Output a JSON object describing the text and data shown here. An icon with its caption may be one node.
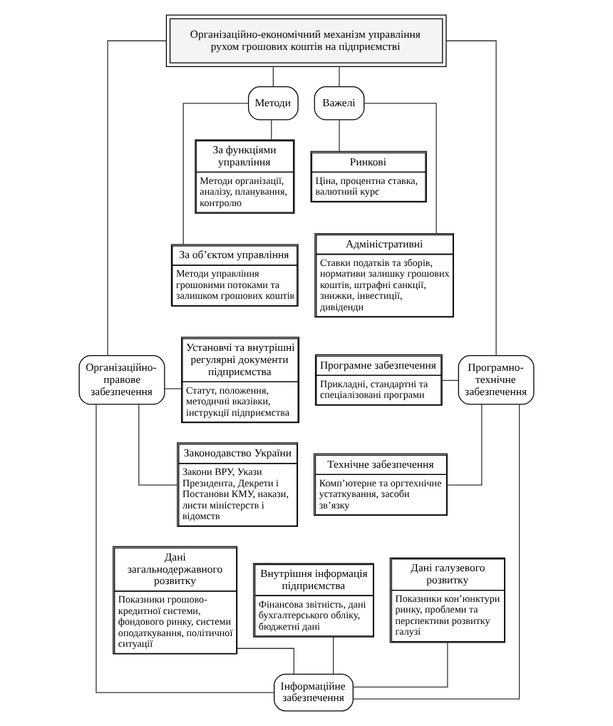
{
  "diagram": {
    "nodes": [
      {
        "text": [
          "Організаційно-економічний механізм управління рухом грошових коштів на підприємстві"
        ]
      },
      {
        "text": [
          "Методи"
        ]
      },
      {
        "text": [
          "Важелі"
        ]
      },
      {
        "text": [
          "За функціями управління",
          "Методи організації, аналізу, планування, контролю"
        ]
      },
      {
        "text": [
          "За об’єктом управління",
          "Методи управління грошовими потоками та залишком грошових коштів"
        ]
      },
      {
        "text": [
          "Ринкові",
          "Ціна, процентна ставка, валютний курс"
        ]
      },
      {
        "text": [
          "Адміністративні",
          "Ставки податків та зборів, нормативи залишку грошових коштів, штрафні санкції, знижки, інвестиції, дивіденди"
        ]
      },
      {
        "text": [
          "Організаційно-правове забезпечення"
        ]
      },
      {
        "text": [
          "Установчі та внутрішні регулярні документи підприємства",
          "Статут, положення, методичні вказівки, інструкції підприємства"
        ]
      },
      {
        "text": [
          "Законодавство України",
          "Закони ВРУ, Укази Президента, Декрети і Постанови КМУ, накази, листи міністерств і відомств"
        ]
      },
      {
        "text": [
          "Програмно-технічне забезпечення"
        ]
      },
      {
        "text": [
          "Програмне забезпечення",
          "Прикладні, стандартні та спеціалізовані програми"
        ]
      },
      {
        "text": [
          "Технічне забезпечення",
          "Комп’ютерне та оргтехнічне устаткування, засоби зв’язку"
        ]
      },
      {
        "text": [
          "Дані загальнодержавного розвитку",
          "Показники грошово-кредитної системи, фондового ринку, системи оподаткування, політичної ситуації"
        ]
      },
      {
        "text": [
          "Внутрішня інформація підприємства",
          "Фінансова звітність, дані бухгалтерського обліку, бюджетні дані"
        ]
      },
      {
        "text": [
          "Дані галузевого розвитку",
          "Показники кон’юнктури ринку, проблеми та перспективи розвитку галузі"
        ]
      },
      {
        "text": [
          "Інформаційне забезпечення"
        ]
      }
    ],
    "edges": [
      {
        "from": 0,
        "to": 1,
        "arrow": "none"
      },
      {
        "from": 0,
        "to": 2,
        "arrow": "none"
      },
      {
        "from": 1,
        "to": 3,
        "arrow": "none"
      },
      {
        "from": 1,
        "to": 4,
        "arrow": "none"
      },
      {
        "from": 2,
        "to": 5,
        "arrow": "none"
      },
      {
        "from": 2,
        "to": 6,
        "arrow": "none"
      },
      {
        "from": 0,
        "to": 7,
        "arrow": "none"
      },
      {
        "from": 0,
        "to": 10,
        "arrow": "none"
      },
      {
        "from": 7,
        "to": 8,
        "arrow": "none"
      },
      {
        "from": 7,
        "to": 9,
        "arrow": "none"
      },
      {
        "from": 10,
        "to": 11,
        "arrow": "none"
      },
      {
        "from": 10,
        "to": 12,
        "arrow": "none"
      },
      {
        "from": 7,
        "to": 16,
        "arrow": "none"
      },
      {
        "from": 10,
        "to": 16,
        "arrow": "none"
      },
      {
        "from": 13,
        "to": 16,
        "arrow": "none"
      },
      {
        "from": 14,
        "to": 16,
        "arrow": "none"
      },
      {
        "from": 15,
        "to": 16,
        "arrow": "none"
      }
    ]
  }
}
